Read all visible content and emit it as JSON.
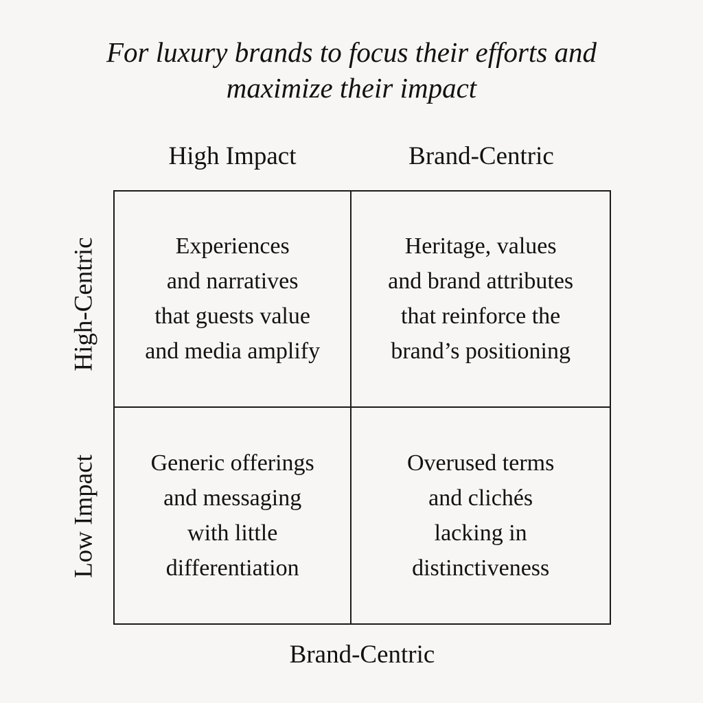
{
  "title": "For luxury brands to focus their efforts and maximize their impact",
  "matrix": {
    "top_axis": {
      "left": "High Impact",
      "right": "Brand-Centric"
    },
    "left_axis": {
      "top": "High-Centric",
      "bottom": "Low Impact"
    },
    "bottom_axis": "Brand-Centric",
    "quadrants": {
      "top_left": "Experiences\nand narratives\nthat guests value\nand media amplify",
      "top_right": "Heritage, values\nand brand attributes\nthat reinforce the\nbrand’s positioning",
      "bottom_left": "Generic offerings\nand messaging\nwith little\ndifferentiation",
      "bottom_right": "Overused terms\nand clichés\nlacking in\ndistinctiveness"
    }
  },
  "colors": {
    "background": "#f7f6f4",
    "text": "#121212",
    "border": "#1a1a1a"
  }
}
